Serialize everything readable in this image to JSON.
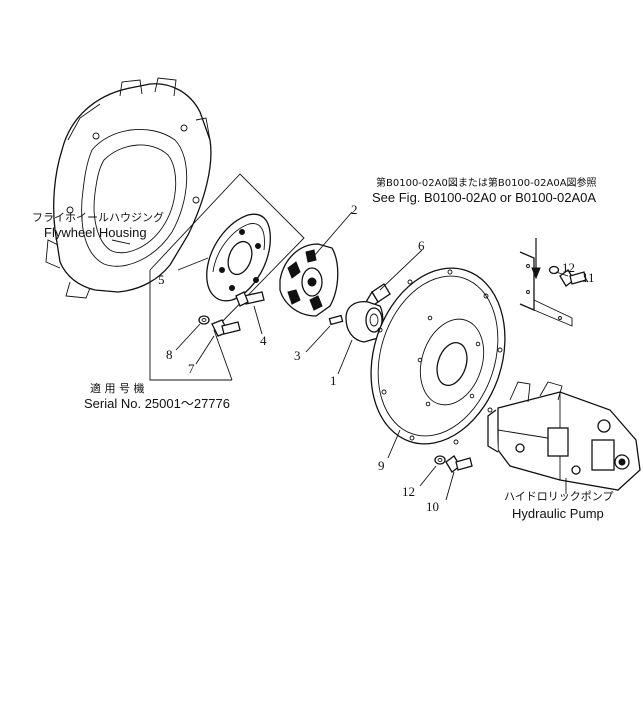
{
  "labels": {
    "flywheel_jp": "フライホイールハウジング",
    "flywheel_en": "Flywheel Housing",
    "serial_jp": "適 用 号 機",
    "serial_en": "Serial No. 25001～27776",
    "seefig_jp": "第B0100-02A0図または第B0100-02A0A図参照",
    "seefig_en": "See Fig. B0100-02A0 or B0100-02A0A",
    "pump_jp": "ハイドロリックポンプ",
    "pump_en": "Hydraulic Pump"
  },
  "callouts": {
    "n1": "1",
    "n2": "2",
    "n3": "3",
    "n4": "4",
    "n5": "5",
    "n6": "6",
    "n7": "7",
    "n8": "8",
    "n9": "9",
    "n10": "10",
    "n11": "11",
    "n12a": "12",
    "n12b": "12"
  }
}
